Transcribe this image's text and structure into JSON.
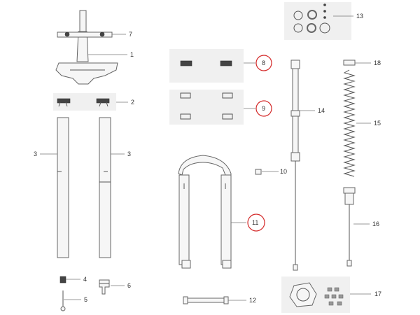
{
  "highlight_color": "#d42a2a",
  "callouts": [
    {
      "id": "1",
      "label": "1"
    },
    {
      "id": "2",
      "label": "2"
    },
    {
      "id": "3a",
      "label": "3"
    },
    {
      "id": "3b",
      "label": "3"
    },
    {
      "id": "4",
      "label": "4"
    },
    {
      "id": "5",
      "label": "5"
    },
    {
      "id": "6",
      "label": "6"
    },
    {
      "id": "7",
      "label": "7"
    },
    {
      "id": "8",
      "label": "8",
      "highlighted": true
    },
    {
      "id": "9",
      "label": "9",
      "highlighted": true
    },
    {
      "id": "10",
      "label": "10"
    },
    {
      "id": "11",
      "label": "11",
      "highlighted": true
    },
    {
      "id": "12",
      "label": "12"
    },
    {
      "id": "13",
      "label": "13"
    },
    {
      "id": "14",
      "label": "14"
    },
    {
      "id": "15",
      "label": "15"
    },
    {
      "id": "16",
      "label": "16"
    },
    {
      "id": "17",
      "label": "17"
    },
    {
      "id": "18",
      "label": "18"
    }
  ]
}
